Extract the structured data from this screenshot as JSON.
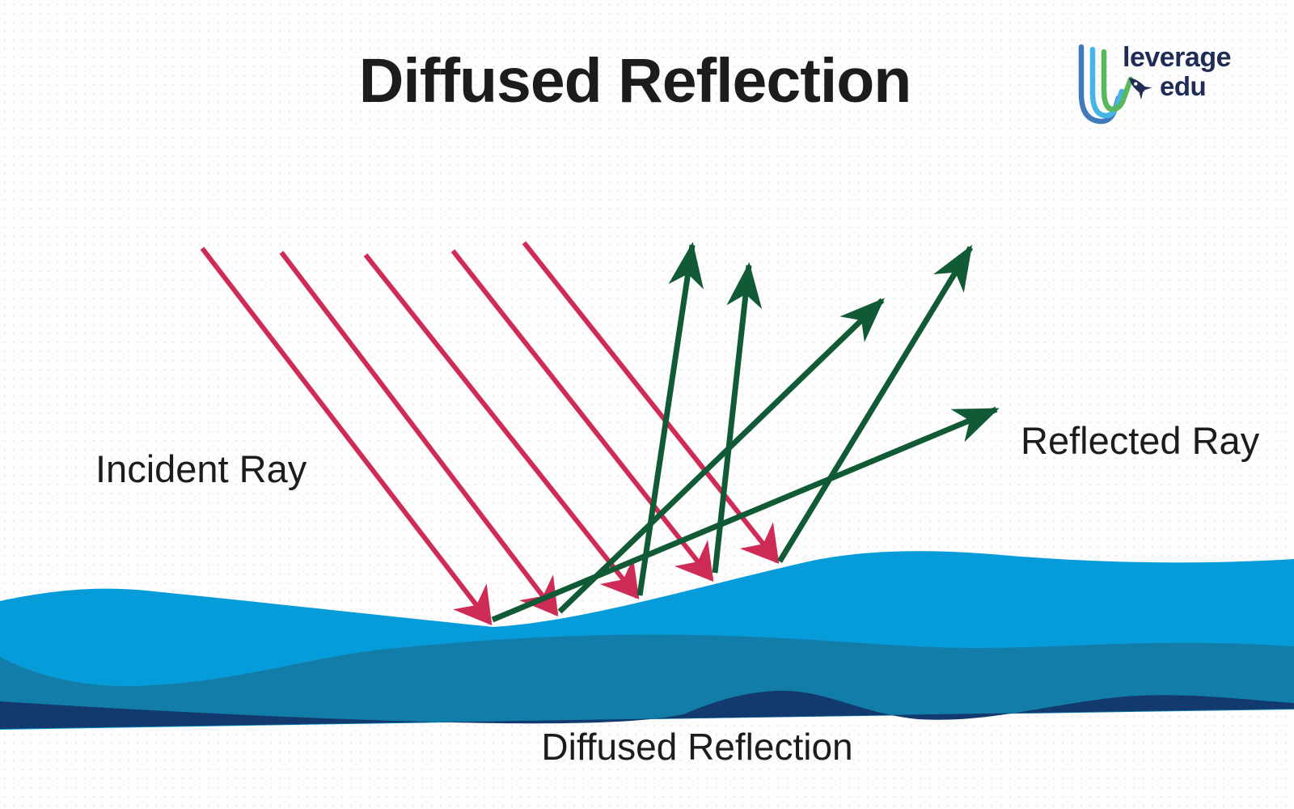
{
  "title": "Diffused Reflection",
  "caption": "Diffused Reflection",
  "labels": {
    "incident_ray": "Incident Ray",
    "reflected_ray": "Reflected Ray"
  },
  "logo": {
    "wordmark": "leverage",
    "suffix": "edu"
  },
  "diagram": {
    "incident_ray_count": 5,
    "reflected_ray_count": 5,
    "surface": "wavy water surface"
  },
  "colors": {
    "incident_ray": "#CF2B57",
    "reflected_ray": "#115A36",
    "water_light": "#069CD9",
    "water_mid": "#137DA9",
    "water_dark": "#123A6E",
    "text": "#1C1C1C",
    "logo_navy": "#1F2C56",
    "logo_blue": "#4179BD",
    "logo_cyan": "#45B5E8",
    "logo_green": "#58B85C",
    "background": "#FDFDFD"
  }
}
